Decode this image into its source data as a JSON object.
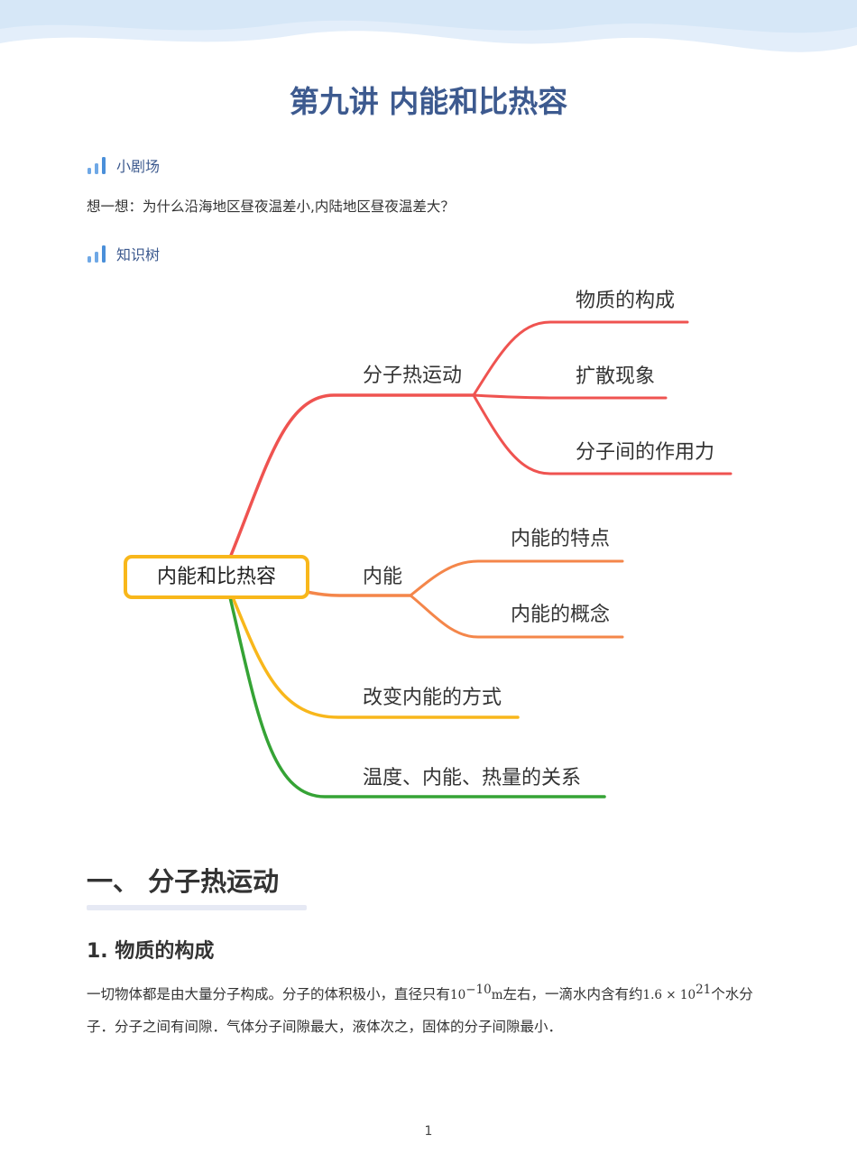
{
  "doc": {
    "title": "第九讲 内能和比热容",
    "sections": {
      "theater_label": "小剧场",
      "theater_text": "想一想：为什么沿海地区昼夜温差小,内陆地区昼夜温差大？",
      "tree_label": "知识树"
    },
    "mindmap": {
      "root": "内能和比热容",
      "branches": [
        {
          "label": "分子热运动",
          "color": "#ef5350",
          "children": [
            "物质的构成",
            "扩散现象",
            "分子间的作用力"
          ]
        },
        {
          "label": "内能",
          "color": "#f4864a",
          "children": [
            "内能的特点",
            "内能的概念"
          ]
        },
        {
          "label": "改变内能的方式",
          "color": "#f8b71b",
          "children": []
        },
        {
          "label": "温度、内能、热量的关系",
          "color": "#35a335",
          "children": []
        }
      ],
      "root_color": "#f8b71b"
    },
    "heading1": "一、 分子热运动",
    "heading2": "1. 物质的构成",
    "body": {
      "part1": "一切物体都是由大量分子构成。分子的体积极小，直径只有",
      "size_base": "10",
      "size_exp": "−10",
      "size_unit": "m",
      "part2": "左右，一滴水内含有约",
      "count_mantissa": "1.6 × 10",
      "count_exp": "21",
      "part3": "个水分子．分子之间有间隙．气体分子间隙最大，液体次之，固体的分子间隙最小．"
    },
    "page_number": "1"
  },
  "colors": {
    "title": "#3d5a8f",
    "label_bars": "#6fa8e6",
    "underline": "#e6e9f4"
  },
  "icons": {
    "section_marker": "bar-chart-icon"
  }
}
